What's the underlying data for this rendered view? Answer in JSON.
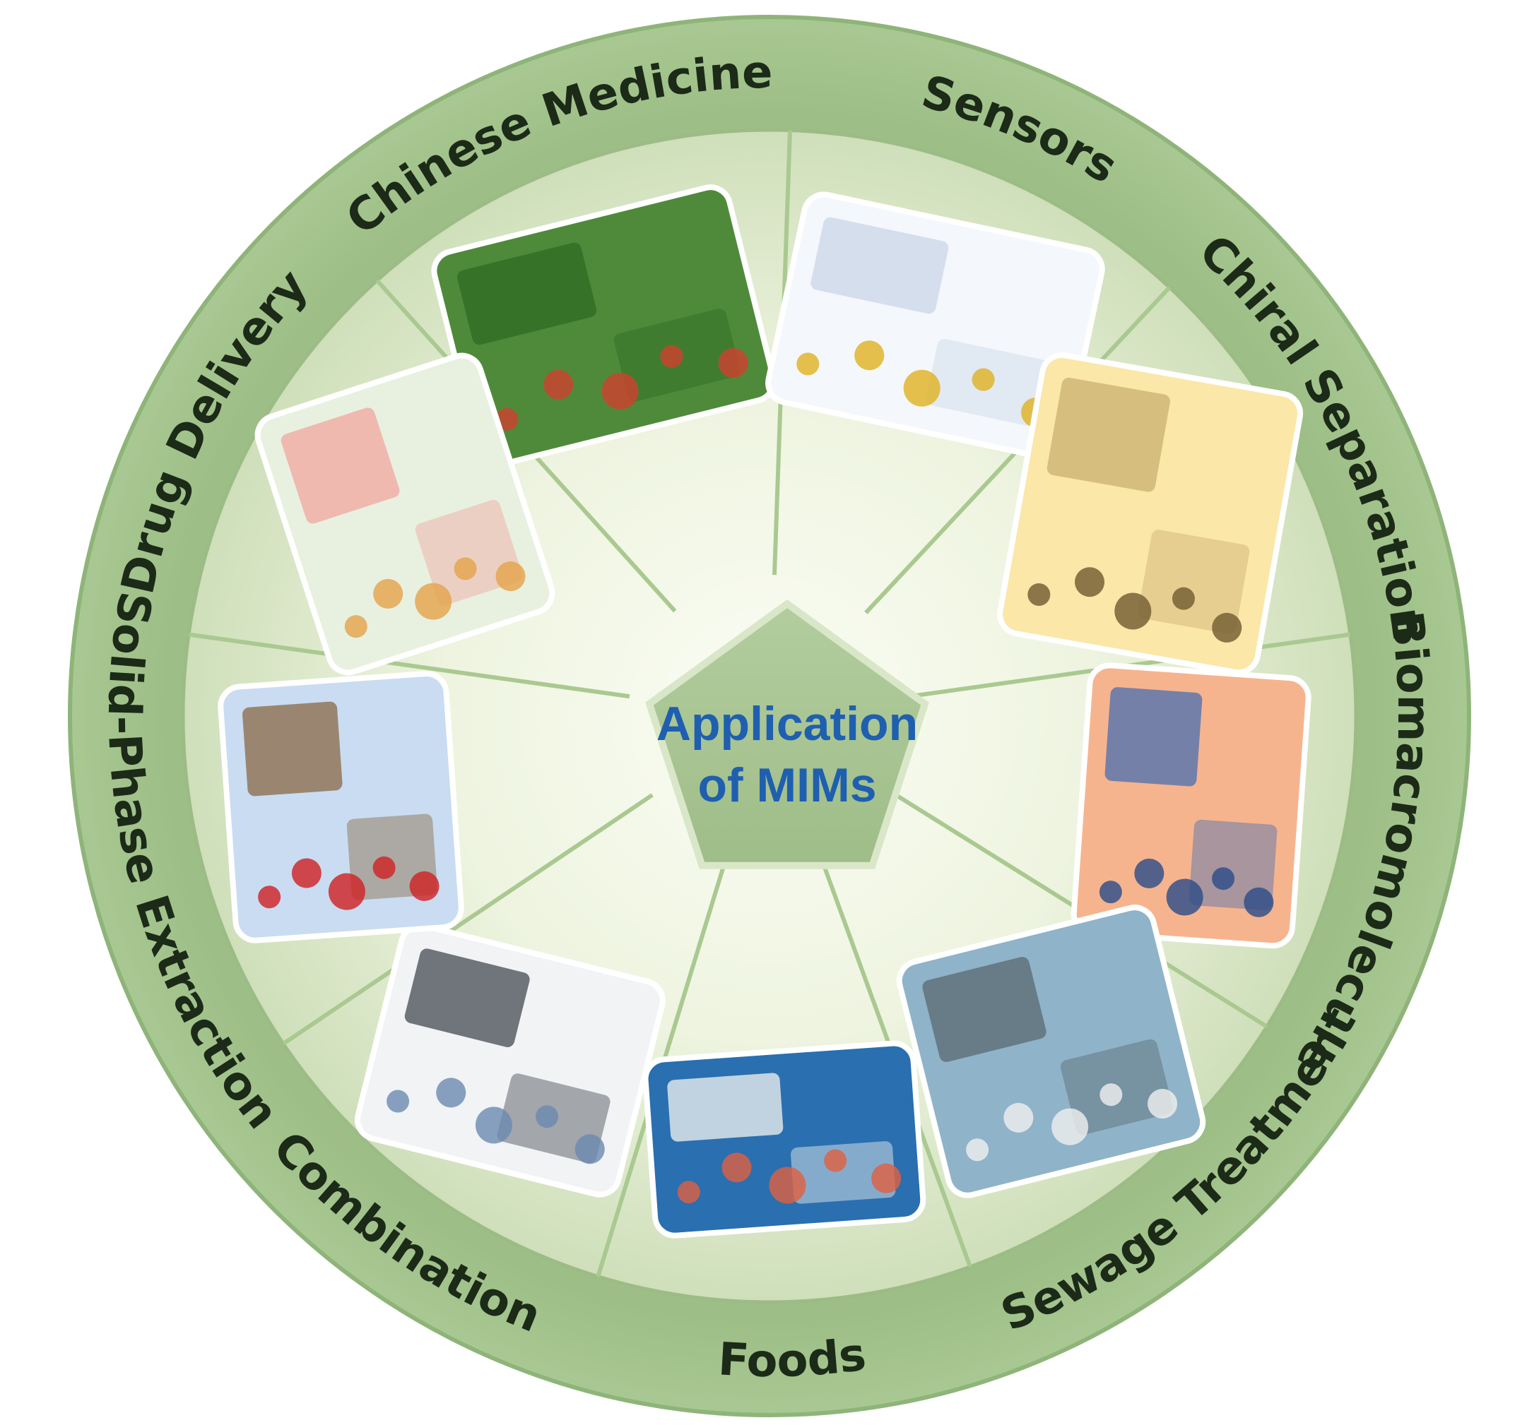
{
  "center": {
    "line1": "Application",
    "line2": "of MIMs"
  },
  "segments": [
    {
      "label": "Chinese Medicine",
      "illustration": "herbal-plants-photo-icon"
    },
    {
      "label": "Sensors",
      "illustration": "sensor-schematic-icon"
    },
    {
      "label": "Chiral Separation",
      "illustration": "chiral-molecule-structures-icon"
    },
    {
      "label": "Biomacromolecule",
      "illustration": "protein-structure-icon"
    },
    {
      "label": "Sewage Treatment",
      "illustration": "water-treatment-photo-icon"
    },
    {
      "label": "Foods",
      "illustration": "milk-fruits-vegetables-photo-icon"
    },
    {
      "label": "Combination",
      "illustration": "instrument-combination-photo-icon"
    },
    {
      "label": "Solid-Phase Extraction",
      "illustration": "extraction-tubes-icon"
    },
    {
      "label": "Drug Delivery",
      "illustration": "intestinal-villi-diagram-icon"
    }
  ],
  "colors": {
    "outer_ring": "#a3c48c",
    "outer_ring_edge": "#8fb47a",
    "inner_light": "#f7faee",
    "inner_dark": "#d3e2bf",
    "spokes": "#b9d3a6",
    "pentagon": "#a9c693",
    "center_text": "#1f5fb0",
    "label_text": "#1c2a18"
  }
}
